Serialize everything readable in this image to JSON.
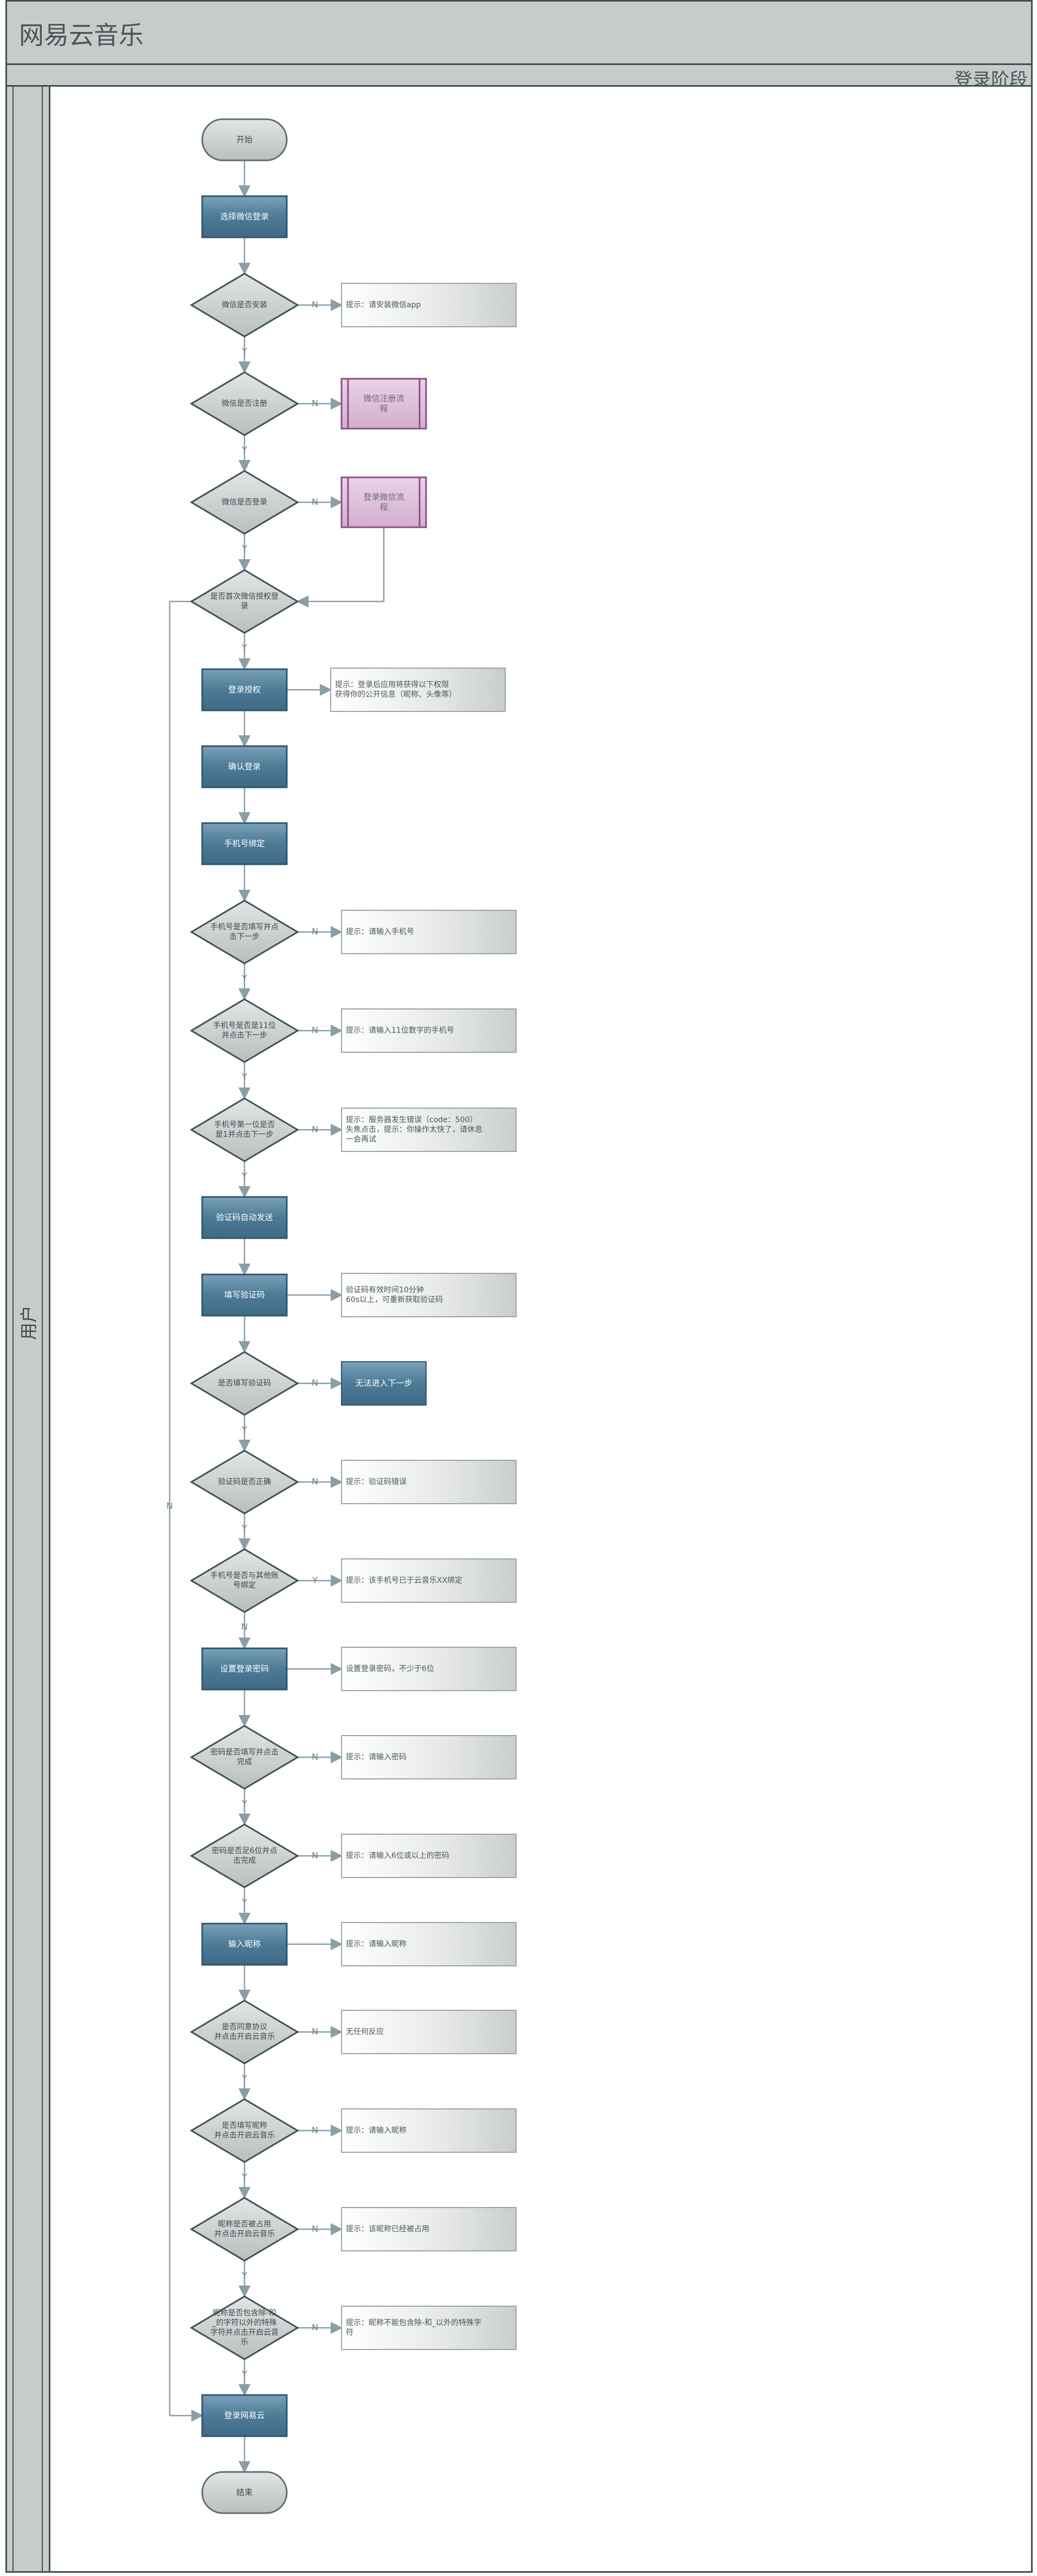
{
  "header": {
    "title": "网易云音乐",
    "phase": "登录阶段"
  },
  "lane": {
    "label": "用户"
  },
  "nodes": {
    "start": "开始",
    "choose_wechat": "选择微信登录",
    "d_installed": "微信是否安装",
    "n_install": "提示：请安装微信app",
    "d_registered": "微信是否注册",
    "n_register": [
      "微信注册流",
      "程"
    ],
    "d_logged_in": "微信是否登录",
    "n_login": [
      "登录微信流",
      "程"
    ],
    "d_first_auth": [
      "是否首次微信授权登",
      "录"
    ],
    "auth": "登录授权",
    "n_auth": [
      "提示：登录后应用将获得以下权限",
      "获得你的公开信息（昵称、头像等）"
    ],
    "confirm": "确认登录",
    "bind_phone": "手机号绑定",
    "d_phone_filled": [
      "手机号是否填写并点",
      "击下一步"
    ],
    "n_phone_filled": "提示：请输入手机号",
    "d_phone_11": [
      "手机号是否是11位",
      "并点击下一步"
    ],
    "n_phone_11": "提示：请输入11位数字的手机号",
    "d_phone_first": [
      "手机号第一位是否",
      "是1并点击下一步"
    ],
    "n_phone_first": [
      "提示：服务器发生错误（code：500）",
      "失焦点击，提示：你操作太快了，请休息",
      "一会再试"
    ],
    "auto_send": "验证码自动发送",
    "fill_code": "填写验证码",
    "n_fill_code": [
      "验证码有效时间10分钟",
      "60s以上，可重新获取验证码"
    ],
    "d_code_filled": "是否填写验证码",
    "n_code_filled": "无法进入下一步",
    "d_code_right": "验证码是否正确",
    "n_code_right": "提示：验证码错误",
    "d_bound_other": [
      "手机号是否与其他账",
      "号绑定"
    ],
    "n_bound_other": "提示：该手机号已于云音乐XX绑定",
    "set_pwd": "设置登录密码",
    "n_set_pwd": "设置登录密码，不少于6位",
    "d_pwd_filled": [
      "密码是否填写并点击",
      "完成"
    ],
    "n_pwd_filled": "提示：请输入密码",
    "d_pwd_6": [
      "密码是否足6位并点",
      "击完成"
    ],
    "n_pwd_6": "提示：请输入6位或以上的密码",
    "nickname": "输入昵称",
    "n_nickname": "提示：请输入昵称",
    "d_agree": [
      "是否同意协议",
      "并点击开启云音乐"
    ],
    "n_agree": "无任何反应",
    "d_nick_filled": [
      "是否填写昵称",
      "并点击开启云音乐"
    ],
    "n_nick_filled": "提示：请输入昵称",
    "d_nick_taken": [
      "昵称是否被占用",
      "并点击开启云音乐"
    ],
    "n_nick_taken": "提示：该昵称已经被占用",
    "d_nick_chars": [
      "昵称是否包含除-和",
      "_的字符以外的特殊",
      "字符并点击开启云音",
      "乐"
    ],
    "n_nick_chars": [
      "提示：昵称不能包含除-和_以外的特殊字",
      "符"
    ],
    "login_success": "登录网易云",
    "end": "结束"
  },
  "edge_labels": {
    "yes": "Y",
    "no": "N"
  },
  "colors": {
    "process_blue": "#4d7a96",
    "decision_gray": "#c3c7c7",
    "note_gray": "#dcdede",
    "subprocess_pink": "#dcb9d9",
    "connector": "#8a9ea6"
  }
}
